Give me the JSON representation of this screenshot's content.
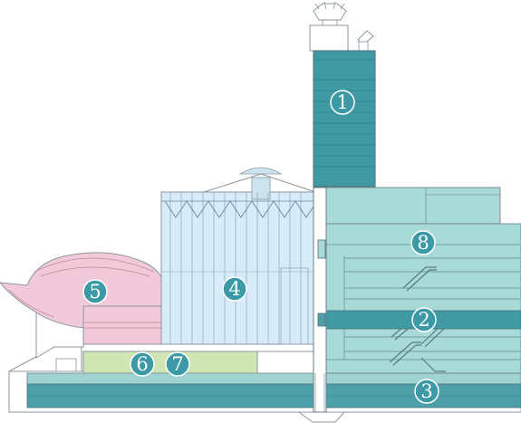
{
  "diagram": {
    "zones": [
      {
        "id": "tower",
        "label": "1"
      },
      {
        "id": "band",
        "label": "2"
      },
      {
        "id": "basement",
        "label": "3"
      },
      {
        "id": "atrium",
        "label": "4"
      },
      {
        "id": "dome",
        "label": "5"
      },
      {
        "id": "hall-a",
        "label": "6"
      },
      {
        "id": "hall-b",
        "label": "7"
      },
      {
        "id": "east",
        "label": "8"
      }
    ],
    "colors": {
      "tower": "#3f9aa4",
      "east": "#a8dad8",
      "band": "#3f9aa4",
      "basement": "#4da0aa",
      "atrium": "#d8ebf8",
      "dome": "#f2c9d8",
      "hall": "#cfe5b4",
      "outline": "#6b7b84",
      "badge": "#3b9aa5"
    }
  }
}
